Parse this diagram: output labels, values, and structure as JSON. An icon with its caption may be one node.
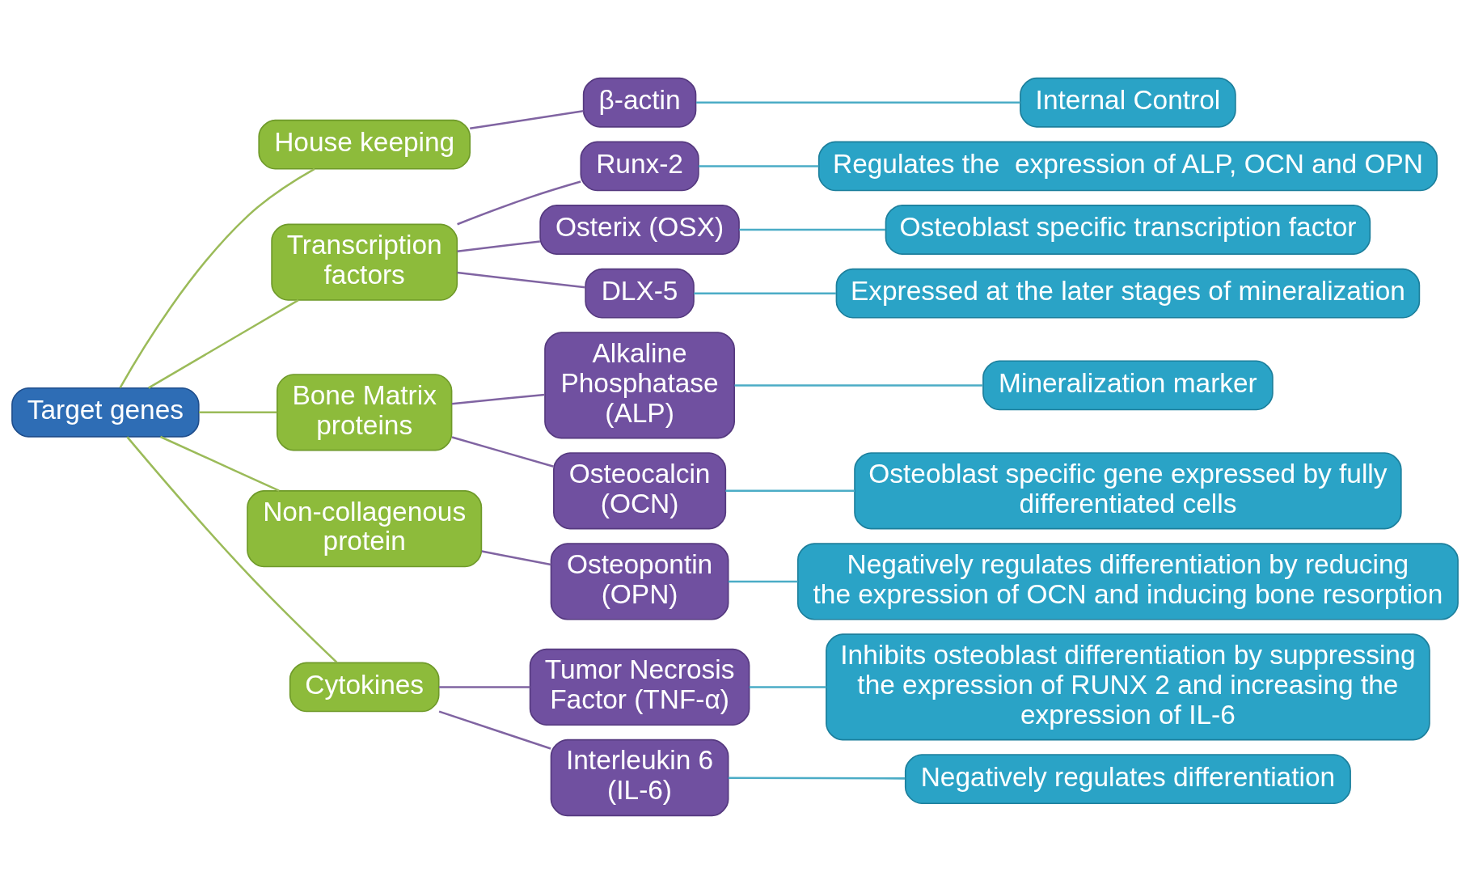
{
  "diagram": {
    "nodes": [
      {
        "text": [
          "Target genes"
        ]
      },
      {
        "text": [
          "House keeping"
        ]
      },
      {
        "text": [
          "β-actin"
        ]
      },
      {
        "text": [
          "Internal Control"
        ]
      },
      {
        "text": [
          "Transcription factors"
        ]
      },
      {
        "text": [
          "Runx-2"
        ]
      },
      {
        "text": [
          "Regulates the  expression of ALP, OCN and OPN"
        ]
      },
      {
        "text": [
          "Osterix (OSX)"
        ]
      },
      {
        "text": [
          "Osteoblast specific transcription factor"
        ]
      },
      {
        "text": [
          "DLX-5"
        ]
      },
      {
        "text": [
          "Expressed at the later stages of mineralization"
        ]
      },
      {
        "text": [
          "Bone Matrix proteins"
        ]
      },
      {
        "text": [
          "Alkaline Phosphatase (ALP)"
        ]
      },
      {
        "text": [
          "Mineralization marker"
        ]
      },
      {
        "text": [
          "Osteocalcin (OCN)"
        ]
      },
      {
        "text": [
          "Osteoblast specific gene expressed by fully differentiated cells"
        ]
      },
      {
        "text": [
          "Non-collagenous protein"
        ]
      },
      {
        "text": [
          "Osteopontin (OPN)"
        ]
      },
      {
        "text": [
          "Negatively regulates differentiation by reducing the expression of OCN and inducing bone resorption"
        ]
      },
      {
        "text": [
          "Cytokines"
        ]
      },
      {
        "text": [
          "Tumor Necrosis Factor (TNF-α)"
        ]
      },
      {
        "text": [
          "Inhibits osteoblast differentiation by suppressing the expression of RUNX 2 and increasing the expression of IL-6"
        ]
      },
      {
        "text": [
          "Interleukin 6 (IL-6)"
        ]
      },
      {
        "text": [
          "Negatively regulates differentiation"
        ]
      }
    ],
    "edges": [
      {
        "from": 0,
        "to": 1,
        "arrow": "none",
        "color": "#9bbb59"
      },
      {
        "from": 0,
        "to": 4,
        "arrow": "none",
        "color": "#9bbb59"
      },
      {
        "from": 0,
        "to": 11,
        "arrow": "none",
        "color": "#9bbb59"
      },
      {
        "from": 0,
        "to": 16,
        "arrow": "none",
        "color": "#9bbb59"
      },
      {
        "from": 0,
        "to": 19,
        "arrow": "none",
        "color": "#9bbb59"
      },
      {
        "from": 1,
        "to": 2,
        "arrow": "none",
        "color": "#8064a2"
      },
      {
        "from": 2,
        "to": 3,
        "arrow": "none"
      },
      {
        "from": 4,
        "to": 5,
        "arrow": "none",
        "color": "#8064a2"
      },
      {
        "from": 5,
        "to": 6,
        "arrow": "none"
      },
      {
        "from": 4,
        "to": 7,
        "arrow": "none",
        "color": "#8064a2"
      },
      {
        "from": 7,
        "to": 8,
        "arrow": "none"
      },
      {
        "from": 4,
        "to": 9,
        "arrow": "none",
        "color": "#8064a2"
      },
      {
        "from": 9,
        "to": 10,
        "arrow": "none"
      },
      {
        "from": 11,
        "to": 12,
        "arrow": "none",
        "color": "#8064a2"
      },
      {
        "from": 12,
        "to": 13,
        "arrow": "none"
      },
      {
        "from": 11,
        "to": 14,
        "arrow": "none",
        "color": "#8064a2"
      },
      {
        "from": 14,
        "to": 15,
        "arrow": "none"
      },
      {
        "from": 16,
        "to": 17,
        "arrow": "none",
        "color": "#8064a2"
      },
      {
        "from": 17,
        "to": 18,
        "arrow": "none"
      },
      {
        "from": 19,
        "to": 20,
        "arrow": "none",
        "color": "#8064a2"
      },
      {
        "from": 20,
        "to": 21,
        "arrow": "none"
      },
      {
        "from": 19,
        "to": 22,
        "arrow": "none",
        "color": "#8064a2"
      },
      {
        "from": 22,
        "to": 23,
        "arrow": "none"
      }
    ]
  }
}
